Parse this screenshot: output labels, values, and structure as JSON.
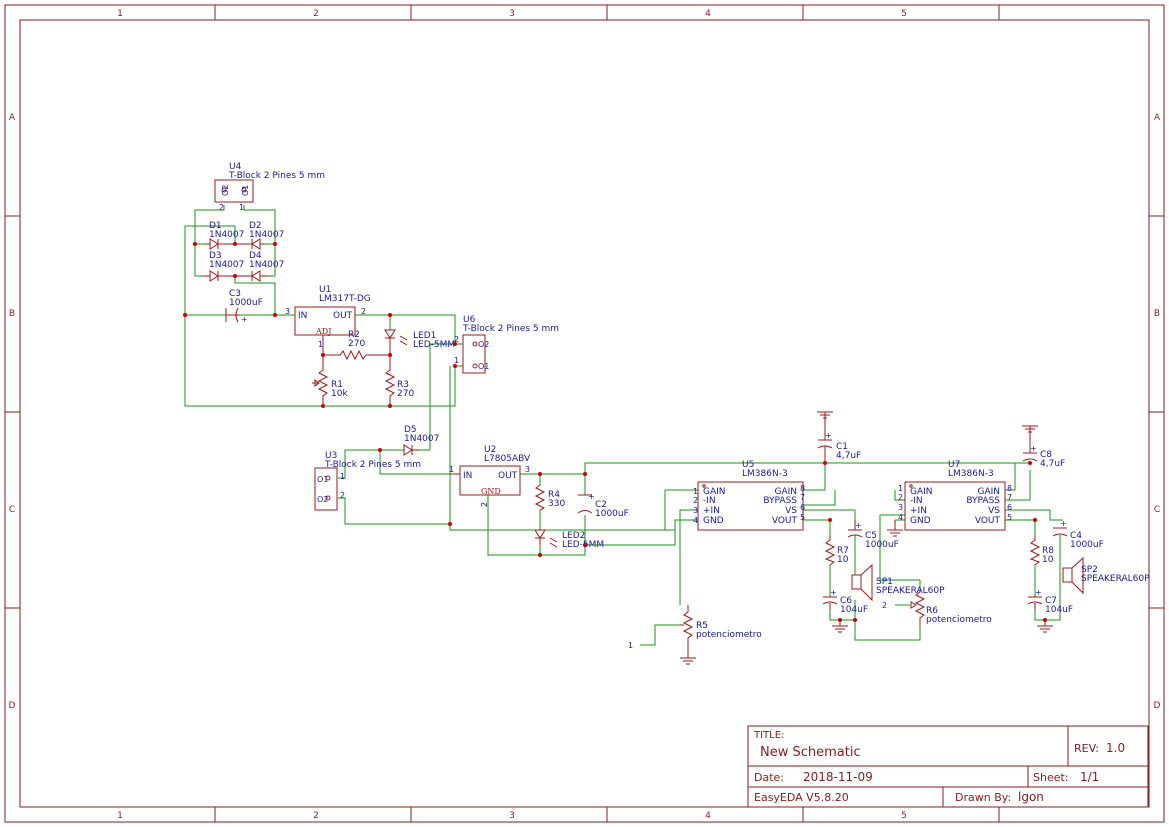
{
  "title_block": {
    "title_label": "TITLE:",
    "title": "New Schematic",
    "rev_label": "REV:",
    "rev": "1.0",
    "date_label": "Date:",
    "date": "2018-11-09",
    "sheet_label": "Sheet:",
    "sheet": "1/1",
    "software": "EasyEDA V5.8.20",
    "drawn_by_label": "Drawn By:",
    "drawn_by": "lgon"
  },
  "zones": {
    "cols": [
      "1",
      "2",
      "3",
      "4",
      "5"
    ],
    "rows": [
      "A",
      "B",
      "C",
      "D"
    ]
  },
  "components": {
    "u4": {
      "ref": "U4",
      "value": "T-Block 2 Pines 5 mm",
      "p1": "1",
      "p2": "2",
      "pin_o1": "O1",
      "pin_o2": "O2"
    },
    "d1": {
      "ref": "D1",
      "value": "1N4007"
    },
    "d2": {
      "ref": "D2",
      "value": "1N4007"
    },
    "d3": {
      "ref": "D3",
      "value": "1N4007"
    },
    "d4": {
      "ref": "D4",
      "value": "1N4007"
    },
    "c3": {
      "ref": "C3",
      "value": "1000uF",
      "plus": "+"
    },
    "u1": {
      "ref": "U1",
      "value": "LM317T-DG",
      "in": "IN",
      "out": "OUT",
      "adj": "ADJ",
      "p1": "1",
      "p2": "2",
      "p3": "3"
    },
    "r2": {
      "ref": "R2",
      "value": "270"
    },
    "led1": {
      "ref": "LED1",
      "value": "LED-5MM"
    },
    "r3": {
      "ref": "R3",
      "value": "270"
    },
    "r1": {
      "ref": "R1",
      "value": "10k"
    },
    "u6": {
      "ref": "U6",
      "value": "T-Block 2 Pines 5 mm",
      "p1": "1",
      "p2": "2",
      "pin_o1": "O1",
      "pin_o2": "O2"
    },
    "d5": {
      "ref": "D5",
      "value": "1N4007"
    },
    "u3": {
      "ref": "U3",
      "value": "T-Block 2 Pines 5 mm",
      "p1": "1",
      "p2": "2",
      "pin_o1": "O1",
      "pin_o2": "O2"
    },
    "u2": {
      "ref": "U2",
      "value": "L7805ABV",
      "in": "IN",
      "out": "OUT",
      "gnd": "GND",
      "p1": "1",
      "p2": "2",
      "p3": "3"
    },
    "r4": {
      "ref": "R4",
      "value": "330"
    },
    "c2": {
      "ref": "C2",
      "value": "1000uF",
      "plus": "+"
    },
    "led2": {
      "ref": "LED2",
      "value": "LED-5MM"
    },
    "u5": {
      "ref": "U5",
      "value": "LM386N-3",
      "gain": "GAIN",
      "nin": "-IN",
      "pin": "+IN",
      "gnd": "GND",
      "bypass": "BYPASS",
      "vs": "VS",
      "vout": "VOUT",
      "l1": "1",
      "l2": "2",
      "l3": "3",
      "l4": "4",
      "r8": "8",
      "r7": "7",
      "r6": "6",
      "r5": "5"
    },
    "u7": {
      "ref": "U7",
      "value": "LM386N-3",
      "gain": "GAIN",
      "nin": "-IN",
      "pin": "+IN",
      "gnd": "GND",
      "bypass": "BYPASS",
      "vs": "VS",
      "vout": "VOUT",
      "l1": "1",
      "l2": "2",
      "l3": "3",
      "l4": "4",
      "r8": "8",
      "r7": "7",
      "r6": "6",
      "r5": "5"
    },
    "c1": {
      "ref": "C1",
      "value": "4,7uF",
      "plus": "+"
    },
    "c8": {
      "ref": "C8",
      "value": "4,7uF",
      "plus": "+"
    },
    "c5": {
      "ref": "C5",
      "value": "1000uF",
      "plus": "+"
    },
    "r7": {
      "ref": "R7",
      "value": "10"
    },
    "c6": {
      "ref": "C6",
      "value": "104uF",
      "plus": "+"
    },
    "sp1": {
      "ref": "SP1",
      "value": "SPEAKERAL60P"
    },
    "r6": {
      "ref": "R6",
      "value": "potenciometro",
      "p2": "2"
    },
    "r5": {
      "ref": "R5",
      "value": "potenciometro",
      "p1": "1"
    },
    "c4": {
      "ref": "C4",
      "value": "1000uF",
      "plus": "+"
    },
    "r8": {
      "ref": "R8",
      "value": "10"
    },
    "c7": {
      "ref": "C7",
      "value": "104uF",
      "plus": "+"
    },
    "sp2": {
      "ref": "SP2",
      "value": "SPEAKERAL60P"
    }
  },
  "colors": {
    "frame": "#8b1a1a",
    "wire": "#119911",
    "symbol": "#a01818",
    "text": "#1a1aa0"
  }
}
